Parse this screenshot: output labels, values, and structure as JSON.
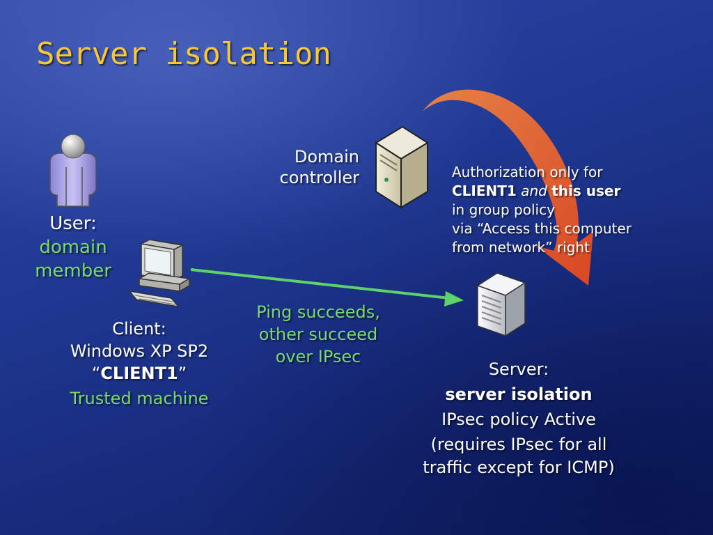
{
  "title": "Server isolation",
  "user": {
    "label": "User:",
    "role": "domain member"
  },
  "client": {
    "label": "Client:",
    "os": "Windows XP SP2",
    "name_open": "“",
    "name": "CLIENT1",
    "name_close": "”",
    "trust": "Trusted machine"
  },
  "domain_controller": {
    "line1": "Domain",
    "line2": "controller"
  },
  "authorization": {
    "line1": "Authorization only for",
    "client": "CLIENT1",
    "and": "and",
    "this_user": "this user",
    "line3": "in group policy",
    "line4": "via “Access this computer",
    "line5": "from network” right"
  },
  "ping": {
    "line1": "Ping succeeds,",
    "line2": "other succeed",
    "line3": "over IPsec"
  },
  "server": {
    "label": "Server:",
    "mode": "server isolation",
    "policy": "IPsec policy Active",
    "note1": "(requires IPsec for all",
    "note2": "traffic except for ICMP)"
  },
  "colors": {
    "title": "#f6c63b",
    "green_text": "#79d96a",
    "arrow_green": "#5dd36a",
    "curved_arrow": "#f2622a"
  },
  "icons": [
    "user-icon",
    "client-computer-icon",
    "domain-controller-icon",
    "server-icon"
  ]
}
